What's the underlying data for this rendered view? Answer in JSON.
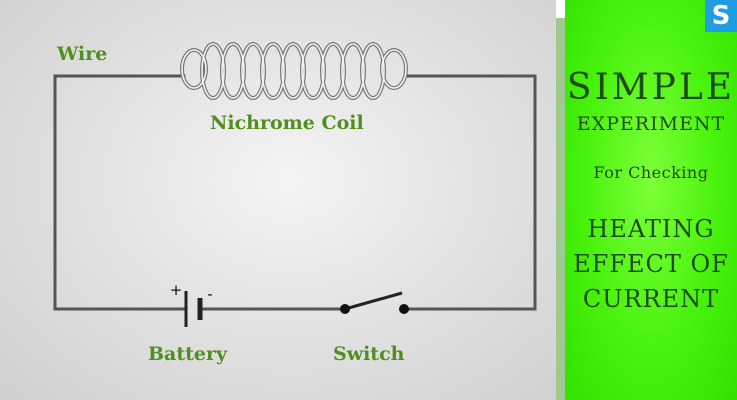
{
  "diagram": {
    "labels": {
      "wire": "Wire",
      "coil": "Nichrome Coil",
      "battery": "Battery",
      "switch": "Switch",
      "battery_plus": "+",
      "battery_minus": "-"
    }
  },
  "title_panel": {
    "lines": [
      "SIMPLE",
      "EXPERIMENT",
      "For Checking",
      "HEATING",
      "EFFECT OF",
      "CURRENT"
    ],
    "logo_letter": "S"
  },
  "colors": {
    "label_green": "#4f8f1f",
    "title_text": "#1f4a1a",
    "panel_green": "#48f20c",
    "wire": "#555555",
    "logo_blue": "#1e9ee0"
  },
  "icons": [
    "battery-icon",
    "switch-icon",
    "coil-icon"
  ]
}
